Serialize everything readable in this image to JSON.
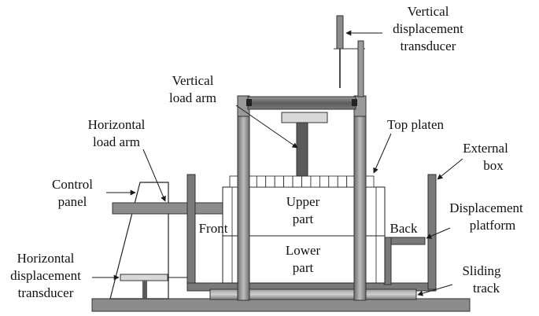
{
  "diagram": {
    "labels": {
      "vertical_displacement_transducer": [
        "Vertical",
        "displacement",
        "transducer"
      ],
      "vertical_load_arm": [
        "Vertical",
        "load arm"
      ],
      "horizontal_load_arm": [
        "Horizontal",
        "load arm"
      ],
      "top_platen": [
        "Top platen"
      ],
      "external_box": [
        "External",
        "box"
      ],
      "control_panel": [
        "Control",
        "panel"
      ],
      "displacement_platform": [
        "Displacement",
        "platform"
      ],
      "horizontal_displacement_transducer": [
        "Horizontal",
        "displacement",
        "transducer"
      ],
      "sliding_track": [
        "Sliding",
        "track"
      ]
    },
    "inner_text": {
      "upper_part": [
        "Upper",
        "part"
      ],
      "lower_part": [
        "Lower",
        "part"
      ],
      "front": "Front",
      "back": "Back"
    },
    "colors": {
      "dark_gray": "#5a5a5a",
      "mid_gray": "#8c8c8c",
      "light_gray": "#cfcfcf",
      "line": "#1a1a1a"
    }
  }
}
